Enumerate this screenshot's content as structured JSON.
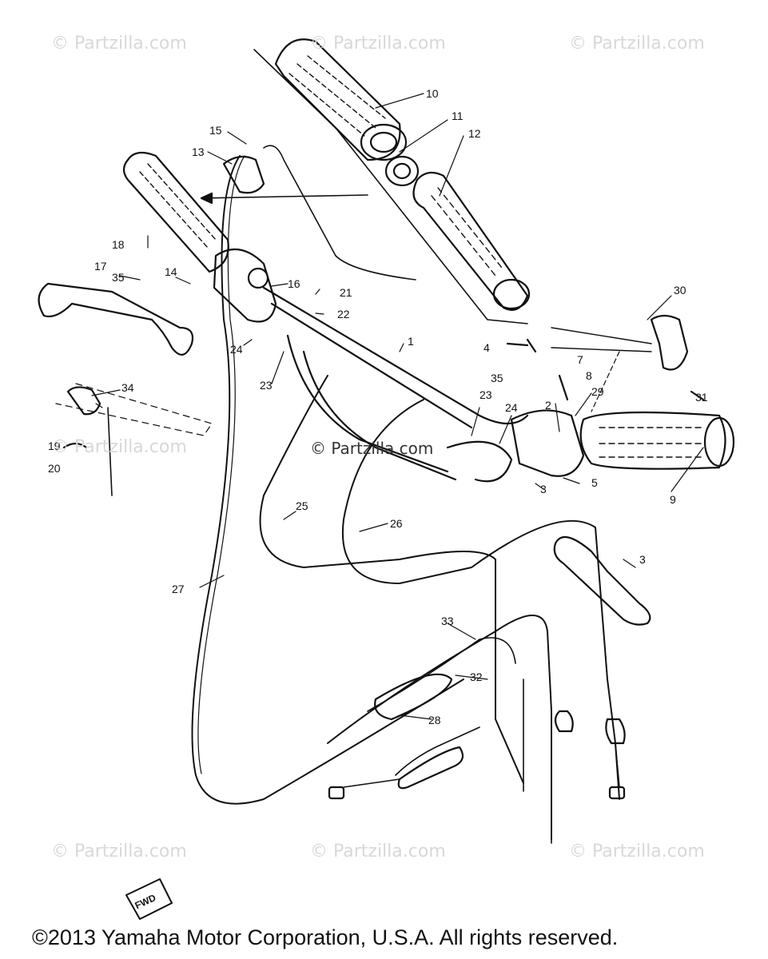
{
  "watermarks": {
    "top_left": "© Partzilla.com",
    "top_center": "© Partzilla.com",
    "top_right": "© Partzilla.com",
    "middle_left": "© Partzilla.com",
    "center": "© Partzilla.com",
    "bottom_left": "© Partzilla.com",
    "bottom_center": "© Partzilla.com",
    "bottom_right": "© Partzilla.com"
  },
  "callouts": [
    "1",
    "2",
    "3",
    "3",
    "4",
    "5",
    "7",
    "8",
    "9",
    "10",
    "11",
    "12",
    "13",
    "14",
    "15",
    "16",
    "17",
    "18",
    "19",
    "20",
    "21",
    "22",
    "23",
    "23",
    "24",
    "24",
    "25",
    "26",
    "27",
    "28",
    "29",
    "30",
    "31",
    "32",
    "33",
    "34",
    "35",
    "35"
  ],
  "fwd_label": "FWD",
  "footer": "©2013 Yamaha Motor Corporation, U.S.A. All rights reserved."
}
